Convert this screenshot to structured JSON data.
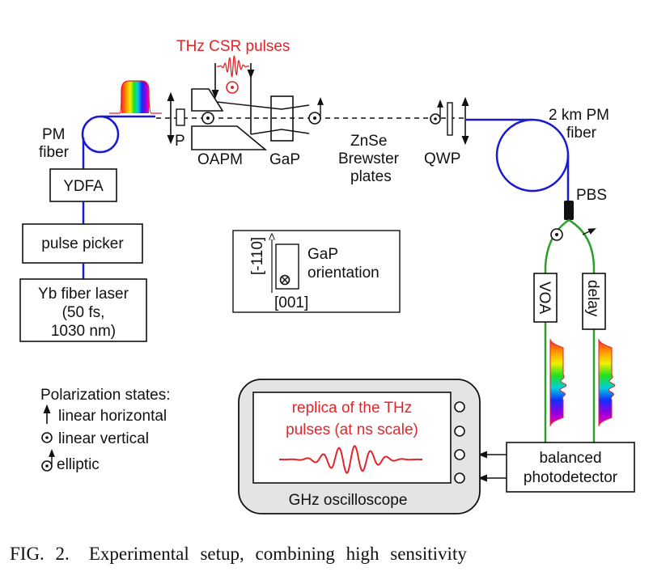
{
  "figure": {
    "thz_title": "THz CSR pulses",
    "pm_fiber": [
      "PM",
      "fiber"
    ],
    "ydfa": "YDFA",
    "pulse_picker": "pulse picker",
    "laser": [
      "Yb fiber laser",
      "(50 fs,",
      "1030 nm)"
    ],
    "polarizer": "P",
    "oapm": "OAPM",
    "gap": "GaP",
    "znse": [
      "ZnSe",
      "Brewster",
      "plates"
    ],
    "qwp": "QWP",
    "long_fiber": [
      "2 km PM",
      "fiber"
    ],
    "pbs": "PBS",
    "voa": "VOA",
    "delay": "delay",
    "detector": [
      "balanced",
      "photodetector"
    ],
    "oscilloscope": "GHz oscilloscope",
    "screen_text": [
      "replica of the THz",
      "pulses (at ns scale)"
    ],
    "gap_orientation": {
      "axis_vertical": "[-110]",
      "axis_horizontal": "[001]",
      "label": [
        "GaP",
        "orientation"
      ]
    },
    "legend": {
      "title": "Polarization states:",
      "items": [
        {
          "icon": "arrow-up-icon",
          "label": "linear horizontal"
        },
        {
          "icon": "dot-circle-icon",
          "label": "linear vertical"
        },
        {
          "icon": "elliptic-icon",
          "label": "elliptic"
        }
      ]
    },
    "colors": {
      "fiber": "#1a1ad0",
      "output_fiber": "#2aa02a",
      "thz": "#e0262b",
      "scope_body": "#e4e4e4"
    }
  },
  "caption": {
    "number": "FIG. 2.",
    "text": "Experimental setup, combining high sensitivity"
  }
}
